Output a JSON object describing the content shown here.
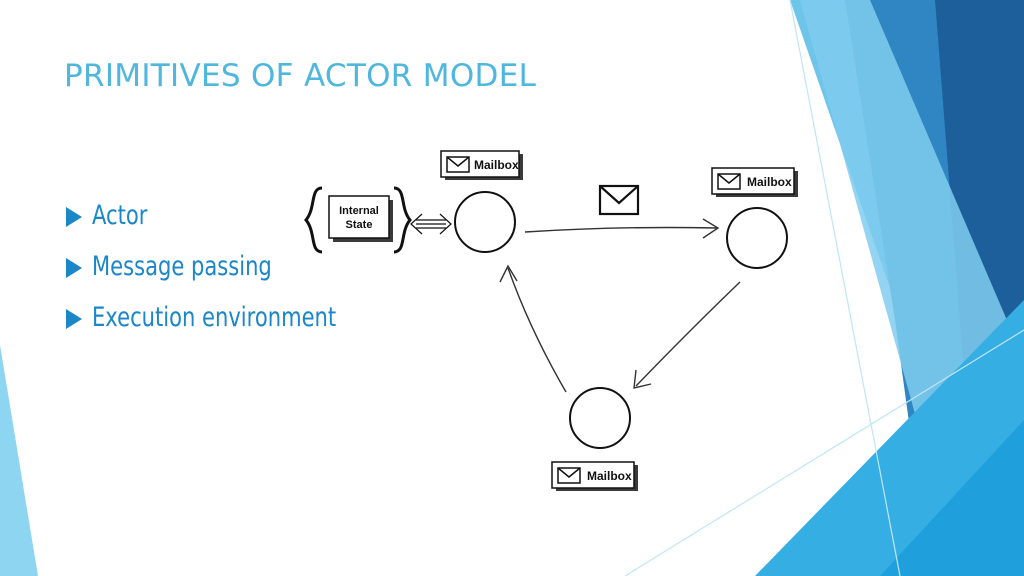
{
  "slide": {
    "title": "PRIMITIVES OF ACTOR MODEL",
    "bullets": [
      {
        "text": "Actor"
      },
      {
        "text": "Message passing"
      },
      {
        "text": "Execution environment"
      }
    ]
  },
  "diagram": {
    "mailbox_label": "Mailbox",
    "internal_state_line1": "Internal",
    "internal_state_line2": "State"
  },
  "colors": {
    "title": "#4fb7dd",
    "bullet": "#1b86c8",
    "accent_light": "#8ed5f2",
    "accent_mid": "#3fb0e3",
    "accent_dark": "#1d5f9a"
  },
  "icons": [
    "bullet-arrow-icon",
    "envelope-icon",
    "brace-left-icon",
    "brace-right-icon"
  ]
}
